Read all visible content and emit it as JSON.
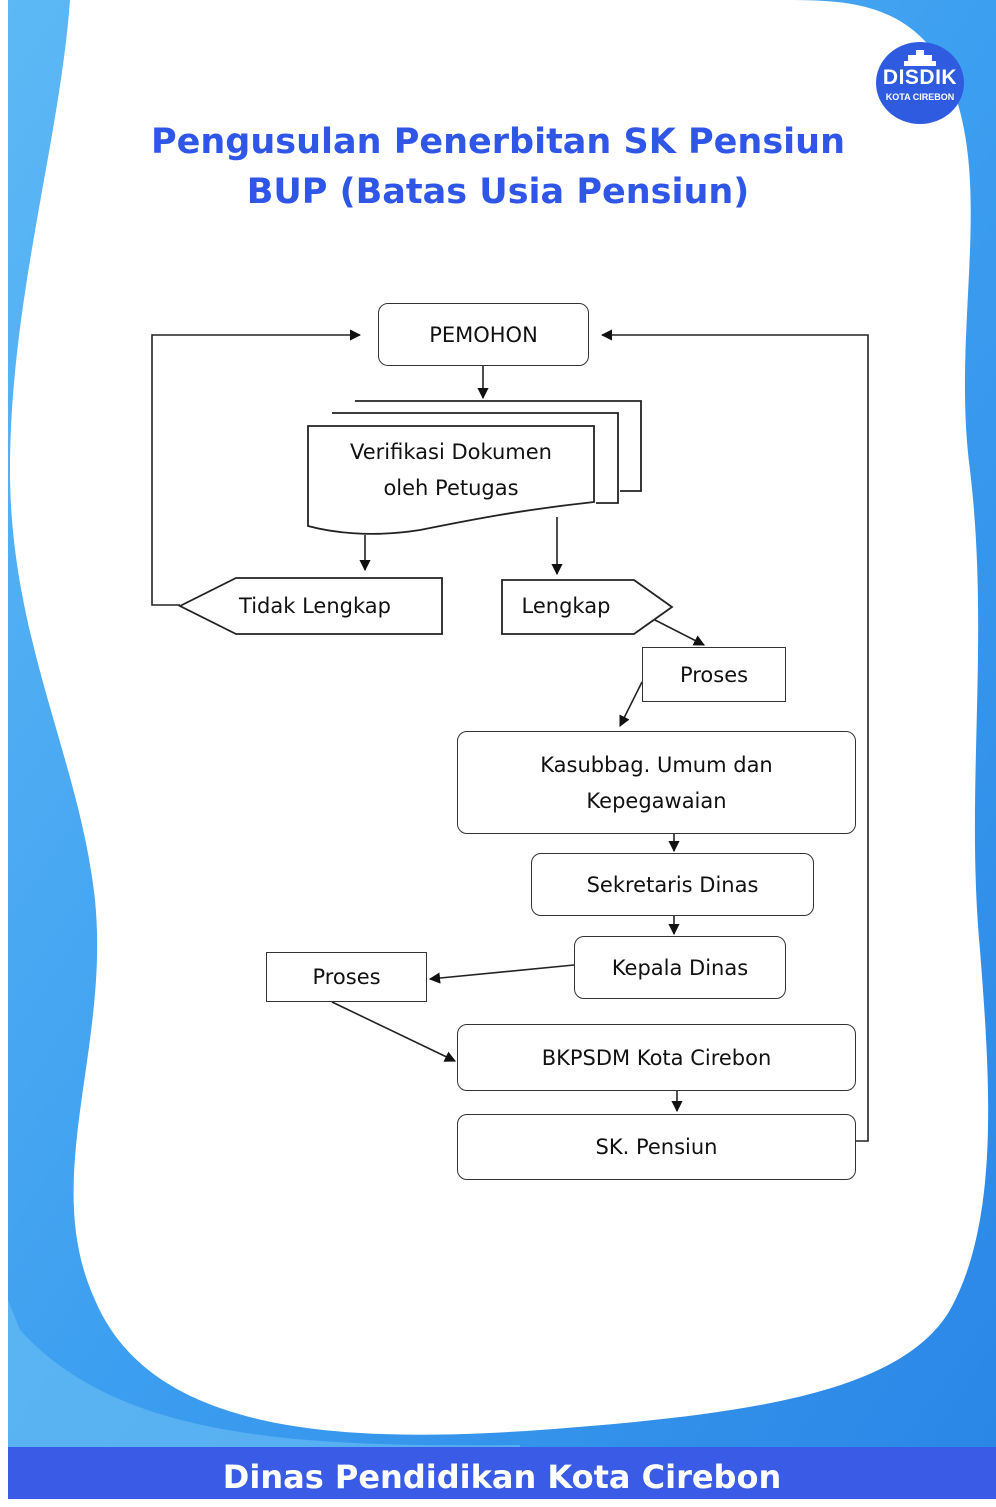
{
  "title": {
    "line1": "Pengusulan Penerbitan SK Pensiun",
    "line2": "BUP (Batas Usia Pensiun)"
  },
  "logo": {
    "line1": "DISDIK",
    "line2": "KOTA CIREBON"
  },
  "flowchart": {
    "pemohon": "PEMOHON",
    "verifikasi_line1": "Verifikasi Dokumen",
    "verifikasi_line2": "oleh Petugas",
    "tidak_lengkap": "Tidak Lengkap",
    "lengkap": "Lengkap",
    "proses_1": "Proses",
    "kasubbag_line1": "Kasubbag. Umum dan",
    "kasubbag_line2": "Kepegawaian",
    "sekretaris": "Sekretaris Dinas",
    "kepala": "Kepala Dinas",
    "proses_2": "Proses",
    "bkpsdm": "BKPSDM Kota Cirebon",
    "sk_pensiun": "SK. Pensiun"
  },
  "footer": "Dinas Pendidikan Kota Cirebon",
  "colors": {
    "accent": "#2f56e6",
    "bg_blue": "#49a6ef",
    "footer": "#3a5be6"
  }
}
